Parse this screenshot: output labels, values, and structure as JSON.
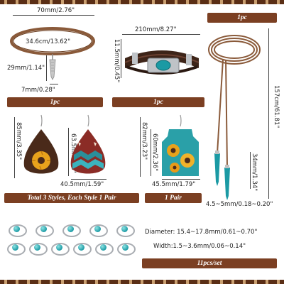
{
  "choker": {
    "width_label": "70mm/2.76\"",
    "length_label": "34.6cm/13.62\"",
    "charm_height_label": "29mm/1.14\"",
    "charm_width_label": "7mm/0.28\"",
    "qty": "1pc"
  },
  "bracelet": {
    "length_label": "210mm/8.27\"",
    "height_label": "11.5mm/0.45\"",
    "qty": "1pc"
  },
  "lariat": {
    "qty": "1pc",
    "length_label": "157cm/61.81\"",
    "charm_label": "34mm/1.34\"",
    "width_label": "4.5~5mm/0.18~0.20\""
  },
  "earrings_teardrop": {
    "height_outer_label": "85mm/3.35\"",
    "height_inner_label": "63.5mm/2.5\"",
    "width_label": "40.5mm/1.59\"",
    "caption": "Total 3 Styles, Each Style 1 Pair"
  },
  "earrings_tag": {
    "height_outer_label": "82mm/3.23\"",
    "height_inner_label": "60mm/2.36\"",
    "width_label": "45.5mm/1.79\"",
    "caption": "1 Pair"
  },
  "rings": {
    "diameter_label": "Diameter: 15.4~17.8mm/0.61~0.70\"",
    "width_label": "Width:1.5~3.6mm/0.06~0.14\"",
    "caption": "11pcs/set"
  },
  "colors": {
    "banner": "#7b3f22",
    "leather": "#8a5a3a",
    "turquoise": "#1b9aa4"
  }
}
